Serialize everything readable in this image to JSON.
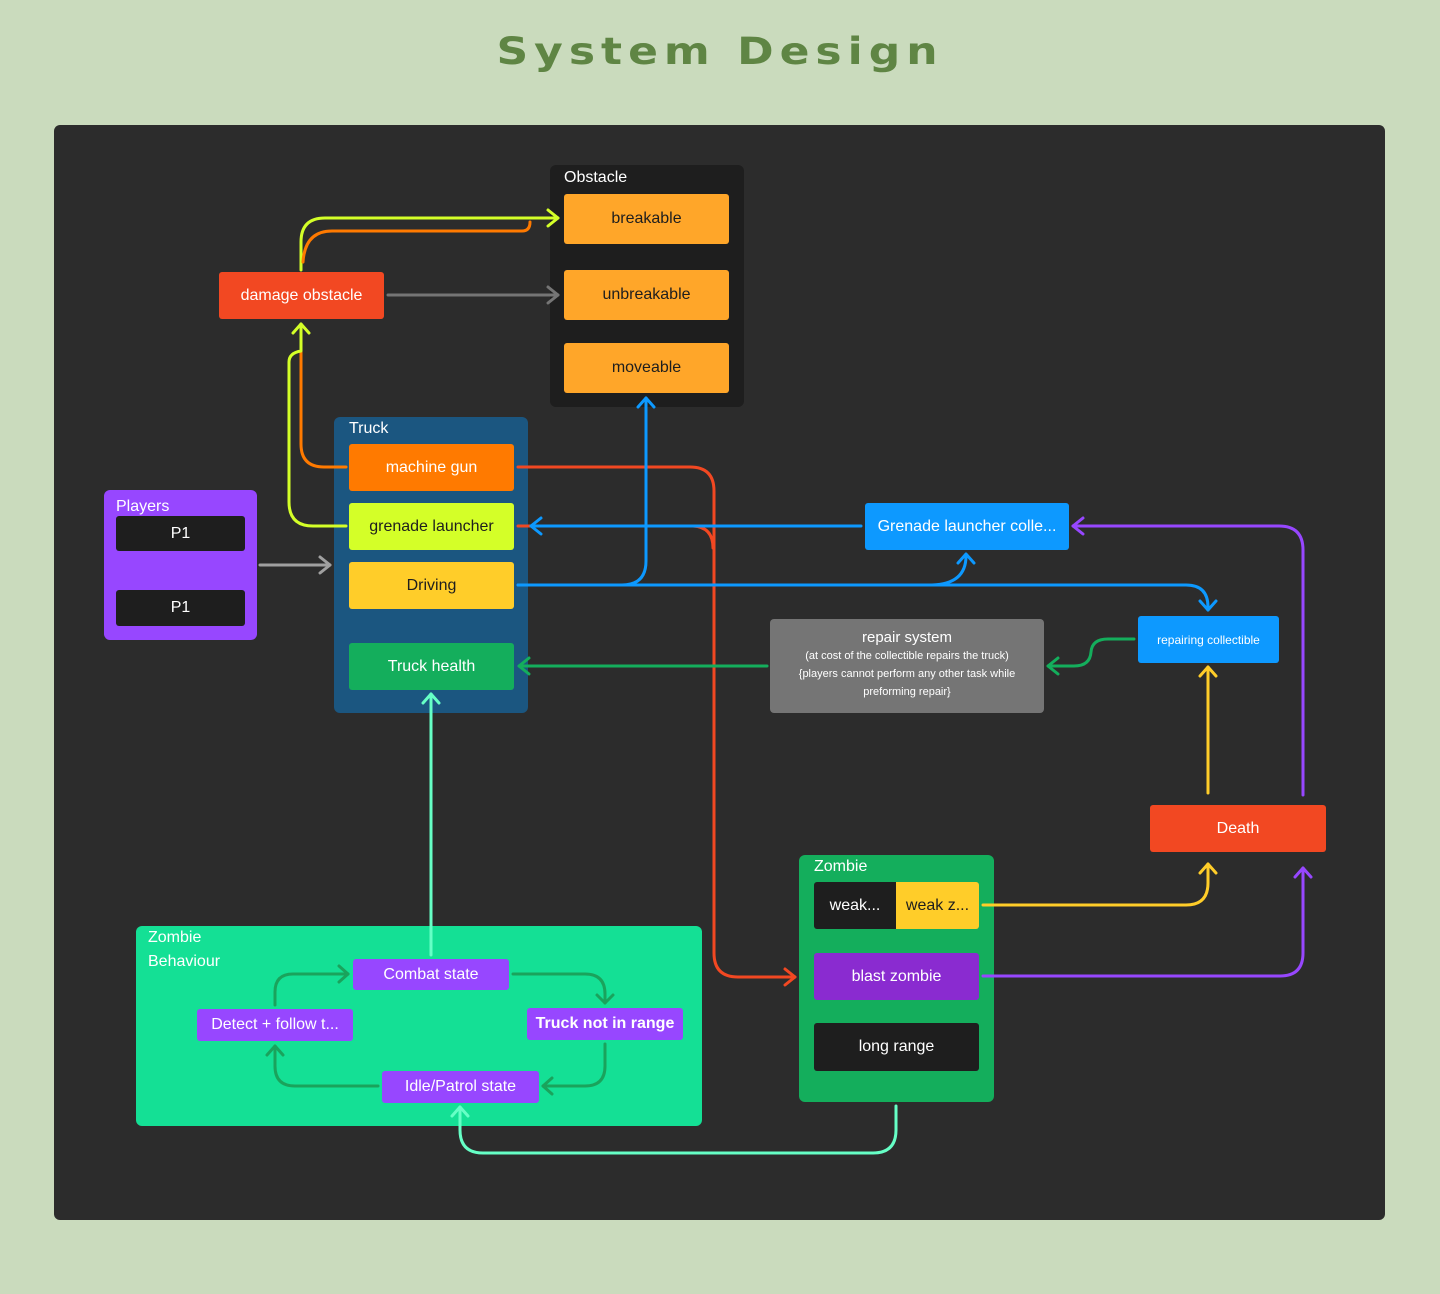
{
  "title": "System Design",
  "colors": {
    "page_bg": "#cadbbd",
    "canvas_bg": "#2c2c2c",
    "title": "#5f8544",
    "orange": "#ffa629",
    "red": "#f24822",
    "lime": "#d4ff28",
    "yellow": "#ffcd29",
    "blue": "#0d99ff",
    "green": "#14ae5c",
    "mint": "#66ffc6",
    "purple": "#9747ff",
    "gray": "#757575"
  },
  "obstacle": {
    "label": "Obstacle",
    "items": [
      "breakable",
      "unbreakable",
      "moveable"
    ]
  },
  "damage_obstacle": "damage obstacle",
  "truck": {
    "label": "Truck",
    "items": [
      "machine gun",
      "grenade launcher",
      "Driving",
      "Truck health"
    ]
  },
  "players": {
    "label": "Players",
    "items": [
      "P1",
      "P1"
    ]
  },
  "grenade_collectible": "Grenade launcher colle...",
  "repairing_collectible": "repairing collectible",
  "repair_system": {
    "title": "repair system",
    "line1": "(at cost of the collectible repairs the truck)",
    "line2": "{players cannot perform any other task while",
    "line3": "preforming repair}"
  },
  "death": "Death",
  "zombie": {
    "label": "Zombie",
    "weak_left": "weak...",
    "weak_right": "weak z...",
    "blast": "blast zombie",
    "long_range": "long range"
  },
  "zombie_behaviour": {
    "label_line1": "Zombie",
    "label_line2": "Behaviour",
    "combat": "Combat state",
    "detect": "Detect + follow t...",
    "truck_not_in_range": "Truck not in range",
    "idle": "Idle/Patrol state"
  }
}
